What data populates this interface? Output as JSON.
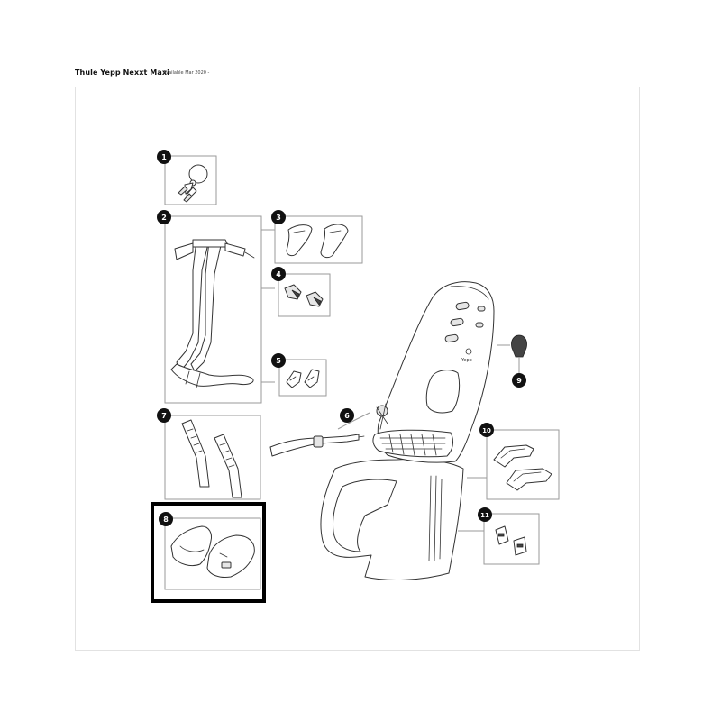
{
  "header": {
    "title": "Thule Yepp Nexxt Maxi",
    "availability": "Available Mar 2020 -"
  },
  "parts": [
    {
      "number": "1"
    },
    {
      "number": "2"
    },
    {
      "number": "3"
    },
    {
      "number": "4"
    },
    {
      "number": "5"
    },
    {
      "number": "6"
    },
    {
      "number": "7"
    },
    {
      "number": "8"
    },
    {
      "number": "9"
    },
    {
      "number": "10"
    },
    {
      "number": "11"
    }
  ],
  "highlighted_part": "8",
  "colors": {
    "badge": "#111111",
    "box_border": "#9a9a9a",
    "highlight_border": "#000000",
    "sheet_border": "#e2e2e2"
  }
}
